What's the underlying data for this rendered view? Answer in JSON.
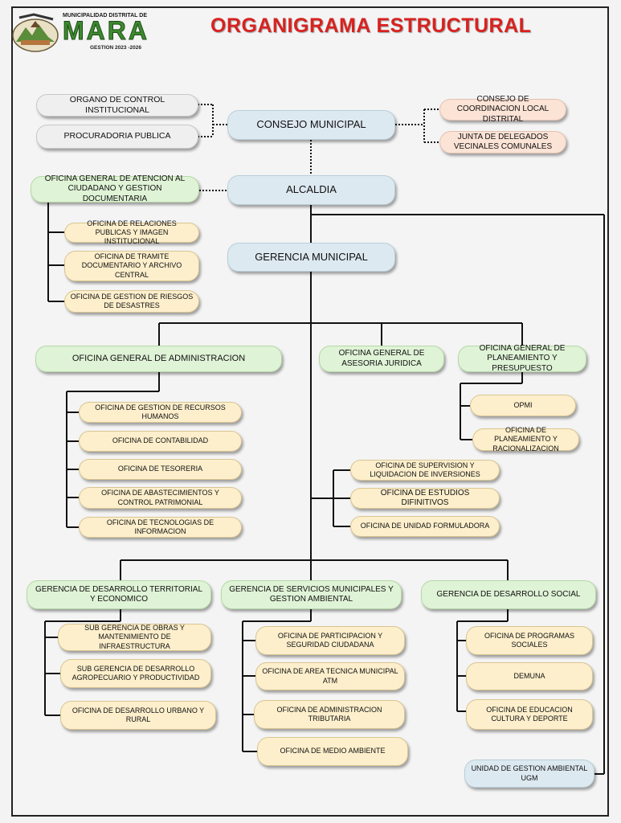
{
  "logo": {
    "municipality": "MUNICIPALIDAD DISTRITAL DE",
    "name": "MARA",
    "term": "GESTION 2023 -2026"
  },
  "title": "ORGANIGRAMA ESTRUCTURAL",
  "colors": {
    "title": "#d8221f",
    "blue_box": "#dde9f1",
    "green_box": "#dff3d6",
    "cream_box": "#fdefcc",
    "peach_box": "#fbe3d6",
    "gray_box": "#efefef"
  },
  "units": {
    "control": "ORGANO DE CONTROL INSTITUCIONAL",
    "procuraduria": "PROCURADORIA PUBLICA",
    "consejo": "CONSEJO MUNICIPAL",
    "coordinacion": "CONSEJO DE COORDINACION LOCAL DISTRITAL",
    "delegados": "JUNTA DE DELEGADOS VECINALES COMUNALES",
    "atencion": "OFICINA GENERAL DE ATENCION AL CIUDADANO Y GESTION DOCUMENTARIA",
    "alcaldia": "ALCALDIA",
    "relaciones": "OFICINA DE RELACIONES PUBLICAS Y IMAGEN INSTITUCIONAL",
    "tramite": "OFICINA DE TRAMITE DOCUMENTARIO Y ARCHIVO CENTRAL",
    "riesgos": "OFICINA DE GESTION DE RIESGOS DE DESASTRES",
    "gerencia": "GERENCIA MUNICIPAL",
    "administracion": "OFICINA GENERAL DE ADMINISTRACION",
    "asesoria": "OFICINA GENERAL DE ASESORIA JURIDICA",
    "planeamiento": "OFICINA GENERAL DE PLANEAMIENTO Y PRESUPUESTO",
    "rrhh": "OFICINA DE GESTION DE RECURSOS HUMANOS",
    "contabilidad": "OFICINA DE CONTABILIDAD",
    "tesoreria": "OFICINA DE TESORERIA",
    "abastecimiento": "OFICINA DE ABASTECIMIENTOS Y CONTROL PATRIMONIAL",
    "tecnologias": "OFICINA DE TECNOLOGIAS DE INFORMACION",
    "opmi": "OPMI",
    "racionalizacion": "OFICINA DE PLANEAMIENTO Y RACIONALIZACION",
    "supervision": "OFICINA DE SUPERVISION Y LIQUIDACION DE INVERSIONES",
    "estudios": "OFICINA DE ESTUDIOS DIFINITIVOS",
    "formuladora": "OFICINA DE UNIDAD FORMULADORA",
    "territorial": "GERENCIA DE DESARROLLO TERRITORIAL Y ECONOMICO",
    "servicios": "GERENCIA DE SERVICIOS MUNICIPALES Y GESTION AMBIENTAL",
    "social": "GERENCIA DE DESARROLLO SOCIAL",
    "obras": "SUB GERENCIA DE OBRAS Y MANTENIMIENTO DE INFRAESTRUCTURA",
    "agropecuario": "SUB GERENCIA DE DESARROLLO AGROPECUARIO Y PRODUCTIVIDAD",
    "urbano": "OFICINA DE DESARROLLO URBANO Y RURAL",
    "participacion": "OFICINA DE PARTICIPACION Y SEGURIDAD CIUDADANA",
    "atm": "OFICINA DE AREA TECNICA MUNICIPAL ATM",
    "tributaria": "OFICINA DE ADMINISTRACION TRIBUTARIA",
    "ambiente": "OFICINA DE MEDIO AMBIENTE",
    "programas": "OFICINA DE PROGRAMAS SOCIALES",
    "demuna": "DEMUNA",
    "educacion": "OFICINA DE EDUCACION CULTURA Y DEPORTE",
    "ugm": "UNIDAD DE GESTION AMBIENTAL UGM"
  }
}
